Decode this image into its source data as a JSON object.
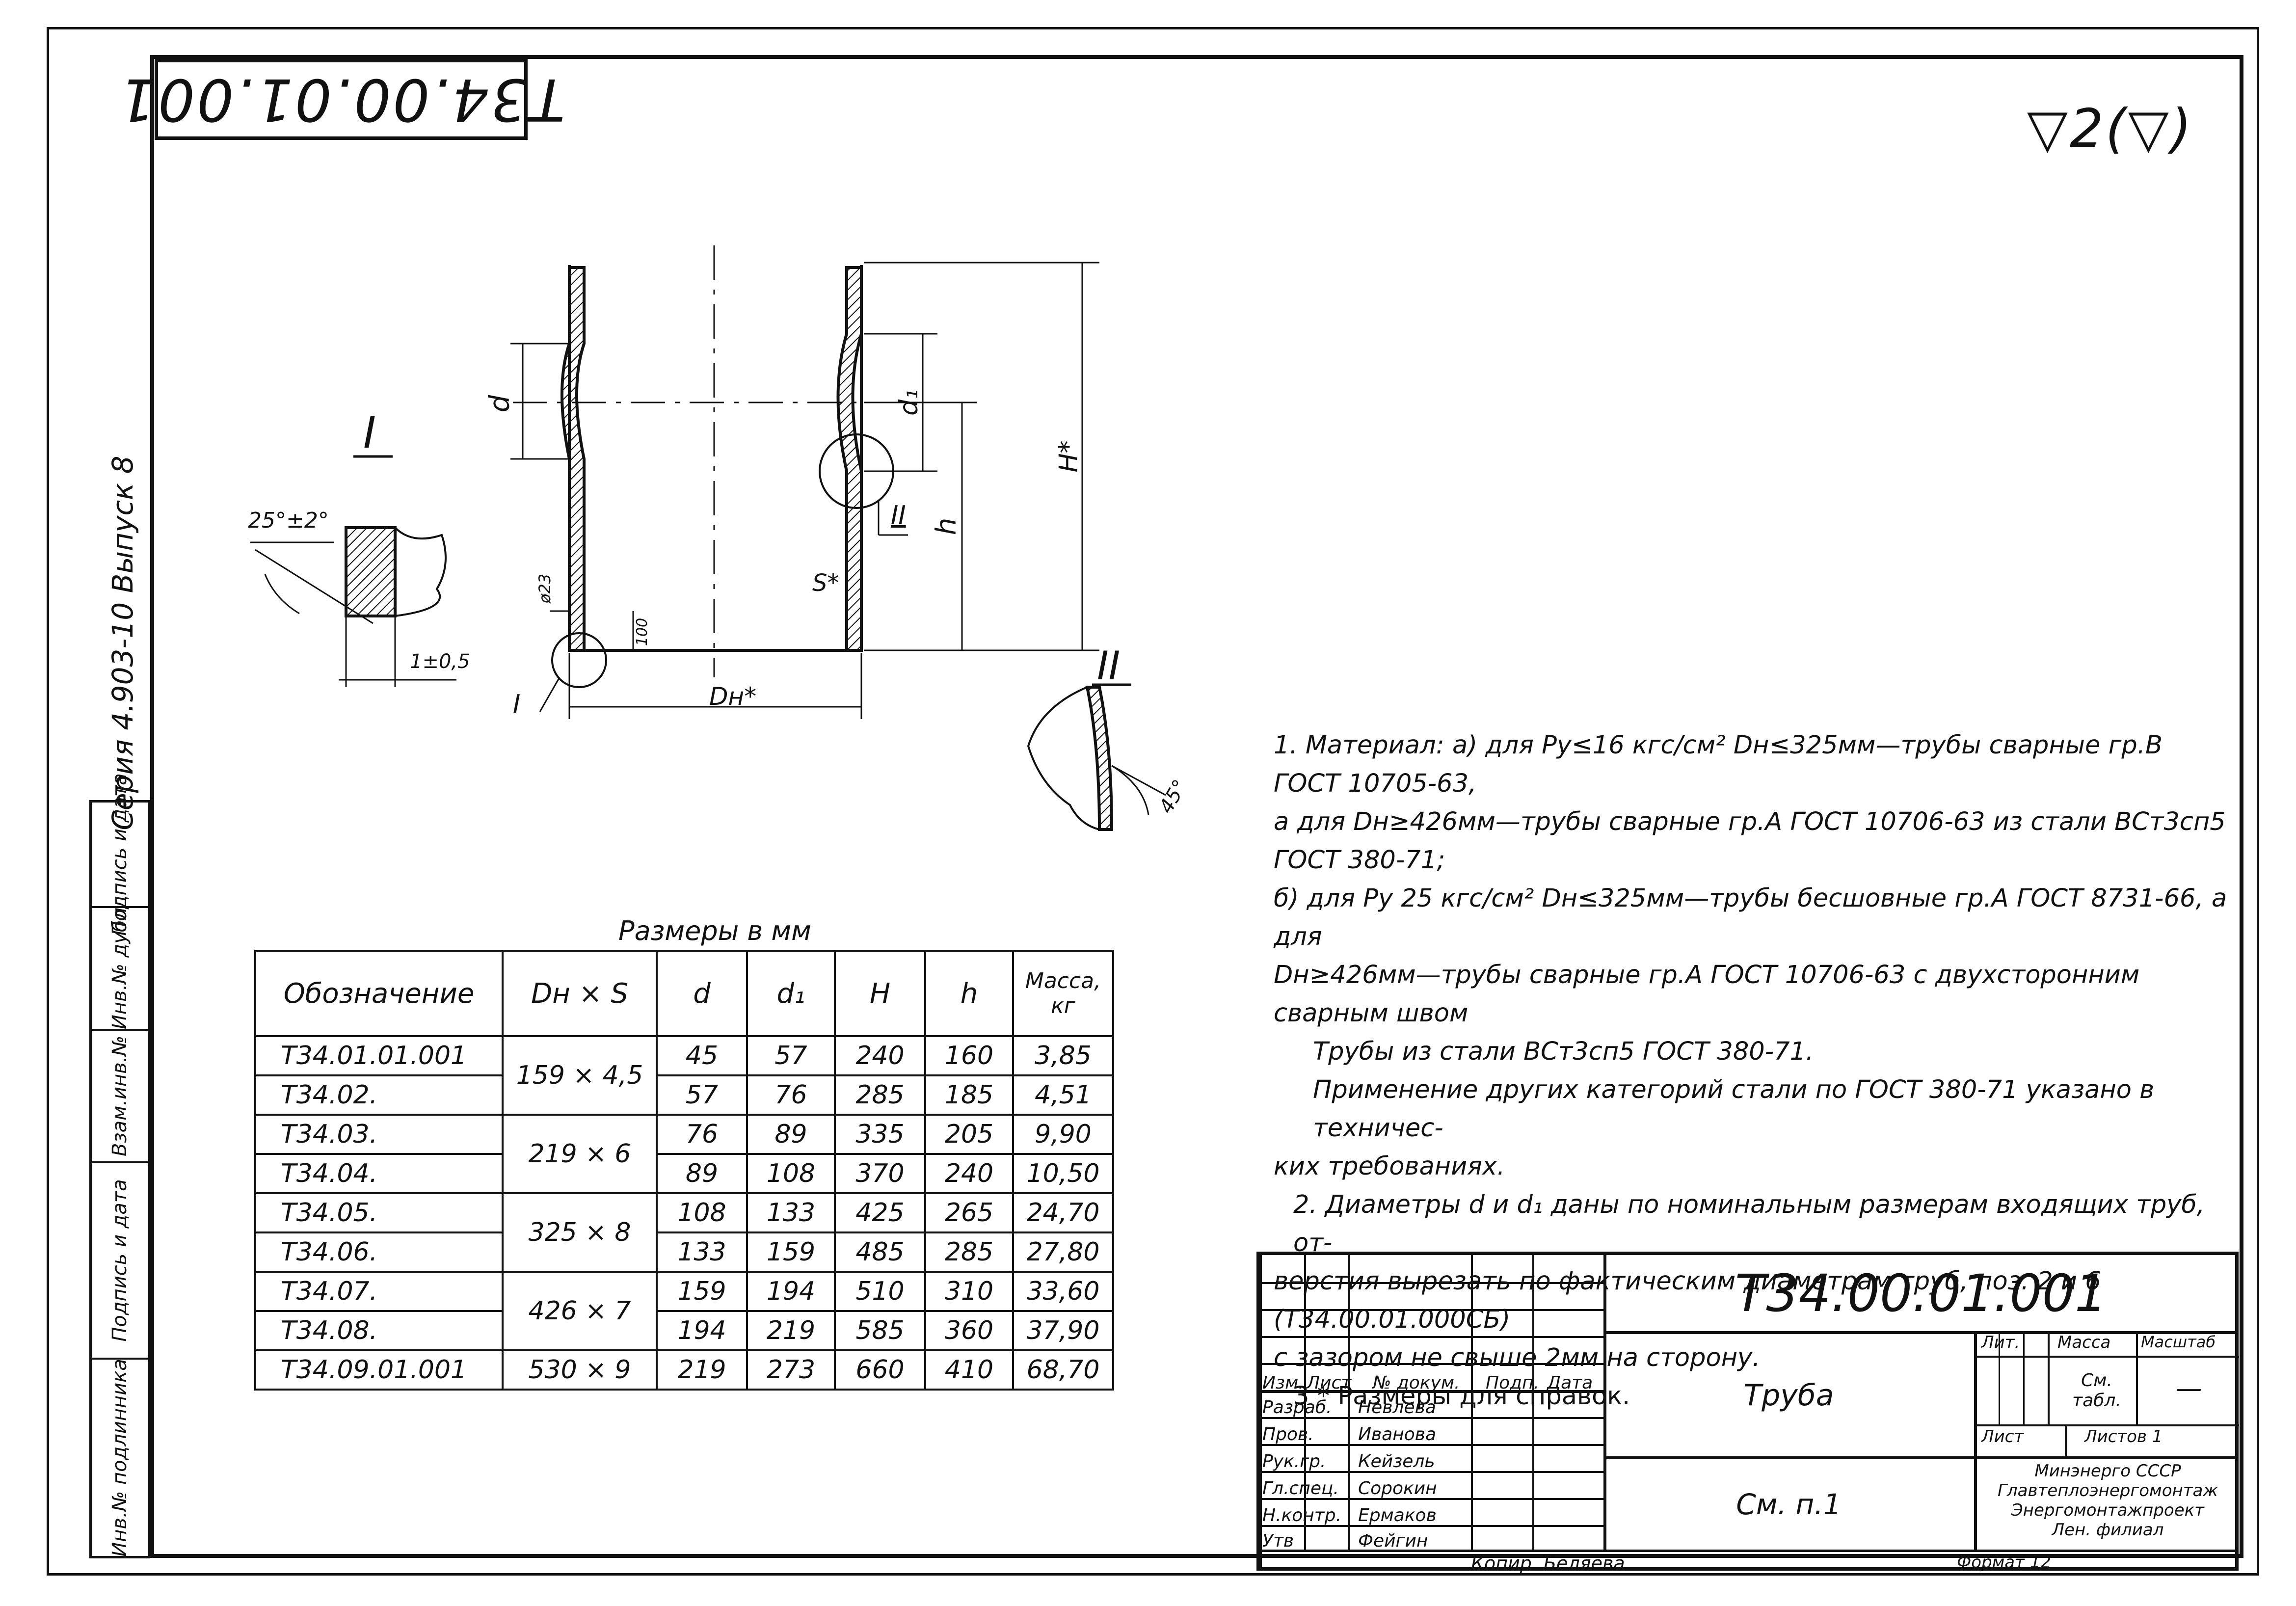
{
  "doc": {
    "code_corner": "Т34.00.01.001",
    "roughness": "▽2(▽)",
    "series": "Серия 4.903-10 Выпуск 8",
    "side_fields": [
      "Подпись и дата",
      "Инв.№ дубл",
      "Взам.инв.№",
      "Подпись и дата",
      "Инв.№ подлинника"
    ]
  },
  "drawing": {
    "view_I_label": "I",
    "view_II_label": "II",
    "angle_25": "25°±2°",
    "dim_1": "1±0,5",
    "angle_45": "45°",
    "label_d": "d",
    "label_d1": "d₁",
    "label_h": "h",
    "label_H": "H*",
    "label_S": "S*",
    "label_Dn": "Dн*",
    "dim_23": "ø23",
    "dim_100": "100",
    "callout_I": "I",
    "callout_II": "II"
  },
  "notes": [
    "1. Материал: а) для Ру≤16 кгс/см² Dн≤325мм—трубы сварные гр.В ГОСТ 10705-63,",
    "а для Dн≥426мм—трубы сварные гр.А ГОСТ 10706-63 из стали ВСт3сп5 ГОСТ 380-71;",
    "б) для Ру 25 кгс/см² Dн≤325мм—трубы бесшовные гр.А ГОСТ 8731-66, а для",
    "Dн≥426мм—трубы сварные гр.А ГОСТ 10706-63 с двухсторонним сварным швом",
    "Трубы из стали ВСт3сп5 ГОСТ 380-71.",
    "Применение других категорий стали по ГОСТ 380-71 указано в техничес-",
    "ких требованиях.",
    "2. Диаметры d и d₁ даны по номинальным размерам входящих труб, от-",
    "верстия вырезать по фактическим диаметрам труб, поз. 2 и 6 (Т34.00.01.000СБ)",
    "с зазором не свыше 2мм на сторону.",
    "3 * Размеры для справок."
  ],
  "table": {
    "caption": "Размеры в мм",
    "headers": [
      "Обозначение",
      "Dн × S",
      "d",
      "d₁",
      "H",
      "h",
      "Масса, кг"
    ],
    "rows": [
      {
        "name": "Т34.01.01.001",
        "dxs": "159 × 4,5",
        "d": "45",
        "d1": "57",
        "H": "240",
        "h": "160",
        "mass": "3,85"
      },
      {
        "name": "Т34.02.",
        "dxs": "",
        "d": "57",
        "d1": "76",
        "H": "285",
        "h": "185",
        "mass": "4,51"
      },
      {
        "name": "Т34.03.",
        "dxs": "219 × 6",
        "d": "76",
        "d1": "89",
        "H": "335",
        "h": "205",
        "mass": "9,90"
      },
      {
        "name": "Т34.04.",
        "dxs": "",
        "d": "89",
        "d1": "108",
        "H": "370",
        "h": "240",
        "mass": "10,50"
      },
      {
        "name": "Т34.05.",
        "dxs": "325 × 8",
        "d": "108",
        "d1": "133",
        "H": "425",
        "h": "265",
        "mass": "24,70"
      },
      {
        "name": "Т34.06.",
        "dxs": "",
        "d": "133",
        "d1": "159",
        "H": "485",
        "h": "285",
        "mass": "27,80"
      },
      {
        "name": "Т34.07.",
        "dxs": "426 × 7",
        "d": "159",
        "d1": "194",
        "H": "510",
        "h": "310",
        "mass": "33,60"
      },
      {
        "name": "Т34.08.",
        "dxs": "",
        "d": "194",
        "d1": "219",
        "H": "585",
        "h": "360",
        "mass": "37,90"
      },
      {
        "name": "Т34.09.01.001",
        "dxs": "530 × 9",
        "d": "219",
        "d1": "273",
        "H": "660",
        "h": "410",
        "mass": "68,70"
      }
    ]
  },
  "title_block": {
    "code": "Т34.00.01.001",
    "name": "Труба",
    "material": "См. п.1",
    "col_headers": [
      "Изм.",
      "Лист",
      "№ докум.",
      "Подп.",
      "Дата"
    ],
    "roles": [
      {
        "role": "Разраб.",
        "name": "Невлева"
      },
      {
        "role": "Пров.",
        "name": "Иванова"
      },
      {
        "role": "Рук.гр.",
        "name": "Кейзель"
      },
      {
        "role": "Гл.спец.",
        "name": "Сорокин"
      },
      {
        "role": "Н.контр.",
        "name": "Ермаков"
      },
      {
        "role": "Утв",
        "name": "Фейгин"
      }
    ],
    "lit": "Лит.",
    "massa": "Масса",
    "masshtab": "Масштаб",
    "mass_value": "См. табл.",
    "scale_value": "—",
    "sheet": "Лист",
    "sheets": "Листов 1",
    "org": [
      "Минэнерго СССР",
      "Главтеплоэнергомонтаж",
      "Энергомонтажпроект",
      "Лен. филиал"
    ],
    "copied": "Копир. Беляева",
    "format": "Формат 12"
  }
}
